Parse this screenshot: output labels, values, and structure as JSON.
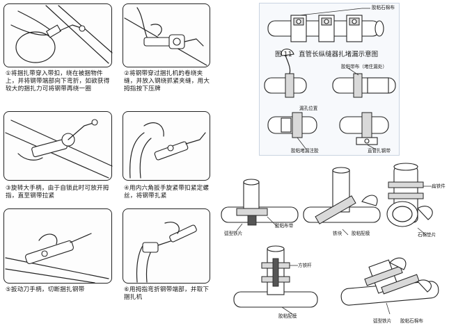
{
  "steps": [
    {
      "caption": "①将捆扎带穿入带扣，绕在被捆物件上，并将钢带端部向下弯折，如欲获得较大的捆扎力可将钢带再绕一圈"
    },
    {
      "caption": "②将钢带穿过捆扎机的卷绕夹缝，并放入钢绕抓紧夹缝，用大拇指按下压牌"
    },
    {
      "caption": "③旋转大手柄，由于自锁此时可放开拇指，直至钢带拉紧"
    },
    {
      "caption": "④用内六角扳手旋紧带扣紧定螺丝，将钢带扎紧"
    },
    {
      "caption": "⑤扳动刀手柄，切断捆扎钢带"
    },
    {
      "caption": "⑥用拇指弯折钢带端部，并取下捆扎机"
    }
  ],
  "figure11": {
    "title": "图 11　直管长纵缝器扎堵漏示意图",
    "labels": {
      "rubber_top": "胶粘石棉布",
      "rubber_mid": "胶粘带布（堵住漏处）",
      "hole": "漏孔位置",
      "seal": "胶粘堵漏注胶",
      "wire": "直管扎钢带"
    }
  },
  "lower_diagrams": {
    "labels": {
      "rubber_strip": "胶粘布带",
      "arc_iron": "弧型铁片",
      "iron_block": "铁块",
      "rubber_pad": "胶粘配模",
      "wire_ring": "扁铁件",
      "asbestos": "石棉垫片",
      "square_iron": "方铁杆",
      "rubber_pad2": "胶粘配模",
      "arc_iron2": "弧型铁片",
      "rubber_asbestos": "胶粘石棉布"
    }
  }
}
